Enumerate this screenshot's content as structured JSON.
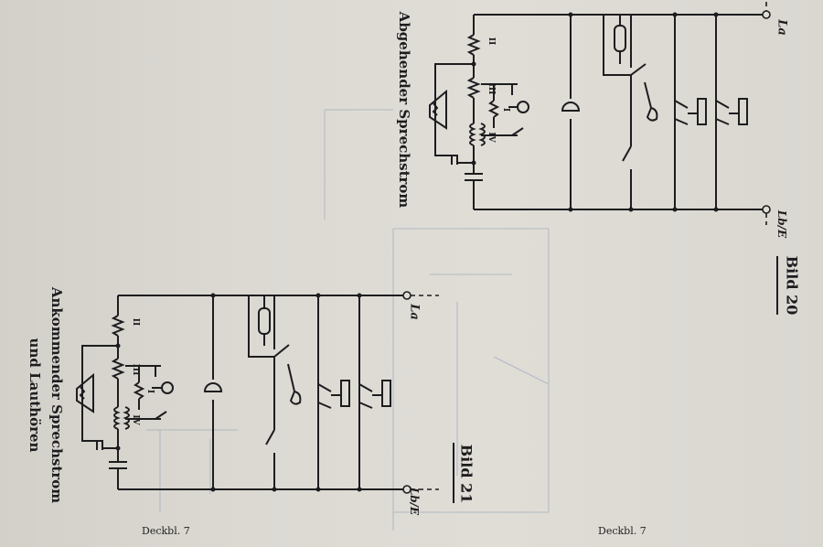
{
  "colors": {
    "paper": "#dad7d1",
    "ink": "#1d1d1f",
    "bleed": "#8fa0b3"
  },
  "bild20": {
    "caption": "Abgehender Sprechstrom",
    "figure_label": "Bild 20",
    "terminal_a": "La",
    "terminal_b": "Lb/E",
    "labels": {
      "r_top": "II",
      "r_mid": "III",
      "mid": "I",
      "coil": "IV"
    },
    "footer": "Deckbl. 7"
  },
  "bild21": {
    "caption_line1": "Ankommender Sprechstrom",
    "caption_line2": "und Lauthören",
    "figure_label": "Bild 21",
    "terminal_a": "La",
    "terminal_b": "Lb/E",
    "labels": {
      "r_top": "II",
      "r_mid": "III",
      "mid": "I",
      "coil": "IV"
    },
    "footer": "Deckbl. 7"
  }
}
